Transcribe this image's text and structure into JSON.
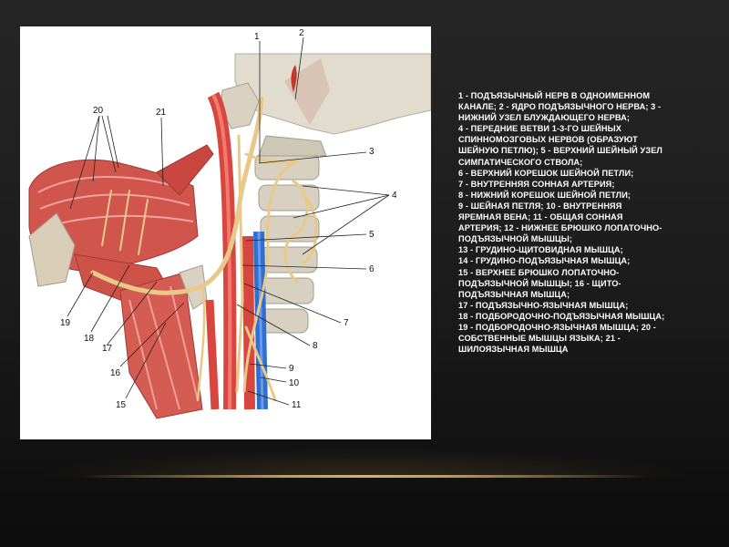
{
  "figure": {
    "labels": [
      "1",
      "2",
      "3",
      "4",
      "5",
      "6",
      "7",
      "8",
      "9",
      "10",
      "11",
      "15",
      "16",
      "17",
      "18",
      "19",
      "20",
      "21"
    ]
  },
  "caption": {
    "lines": [
      "1 - ПОДЪЯЗЫЧНЫЙ НЕРВ В ОДНОИМЕННОМ",
      "КАНАЛЕ; 2 - ЯДРО ПОДЪЯЗЫЧНОГО НЕРВА; 3 -",
      "НИЖНИЙ УЗЕЛ БЛУЖДАЮЩЕГО НЕРВА;",
      "4 - ПЕРЕДНИЕ ВЕТВИ 1-3-ГО ШЕЙНЫХ",
      "СПИННОМОЗГОВЫХ НЕРВОВ (ОБРАЗУЮТ",
      "ШЕЙНУЮ ПЕТЛЮ); 5 - ВЕРХНИЙ ШЕЙНЫЙ УЗЕЛ",
      "СИМПАТИЧЕСКОГО СТВОЛА;",
      "6 - ВЕРХНИЙ КОРЕШОК ШЕЙНОЙ ПЕТЛИ;",
      "7 - ВНУТРЕННЯЯ СОННАЯ АРТЕРИЯ;",
      "8 - НИЖНИЙ КОРЕШОК ШЕЙНОЙ ПЕТЛИ;",
      " 9 - ШЕЙНАЯ ПЕТЛЯ; 10 - ВНУТРЕННЯЯ",
      "ЯРЕМНАЯ ВЕНА; 11 - ОБЩАЯ СОННАЯ",
      "АРТЕРИЯ; 12 - НИЖНЕЕ БРЮШКО ЛОПАТОЧНО-",
      "ПОДЪЯЗЫЧНОЙ МЫШЦЫ;",
      " 13 - ГРУДИНО-ЩИТОВИДНАЯ МЫШЦА;",
      "14 - ГРУДИНО-ПОДЪЯЗЫЧНАЯ МЫШЦА;",
      "15 - ВЕРХНЕЕ БРЮШКО ЛОПАТОЧНО-",
      "ПОДЪЯЗЫЧНОЙ МЫШЦЫ; 16 - ЩИТО-",
      "ПОДЪЯЗЫЧНАЯ МЫШЦА;",
      "17 - ПОДЪЯЗЫЧНО-ЯЗЫЧНАЯ МЫШЦА;",
      "18 - ПОДБОРОДОЧНО-ПОДЪЯЗЫЧНАЯ МЫШЦА;",
      "19 - ПОДБОРОДОЧНО-ЯЗЫЧНАЯ МЫШЦА; 20 -",
      "СОБСТВЕННЫЕ МЫШЦЫ ЯЗЫКА; 21 -",
      "ШИЛОЯЗЫЧНАЯ МЫШЦА"
    ]
  },
  "colors": {
    "background": "#1e1e1e",
    "text": "#ffffff",
    "accent_line": "#d4a458",
    "muscle": "#d4574e",
    "nerve": "#e8c98a",
    "vein": "#2f6fd0",
    "artery": "#d8473f",
    "bone": "#d9d2c3"
  }
}
